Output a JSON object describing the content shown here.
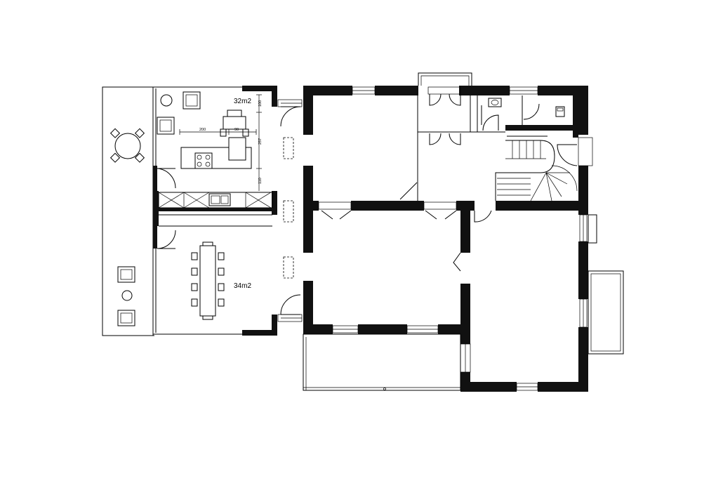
{
  "plan": {
    "kitchen_area": "32m2",
    "dining_area": "34m2",
    "dimensions": {
      "width_a": "200",
      "width_b": "90",
      "height_a": "100",
      "height_b": "257",
      "height_c": "110"
    }
  },
  "colors": {
    "wall": "#111111",
    "line": "#000000",
    "background": "#ffffff"
  }
}
